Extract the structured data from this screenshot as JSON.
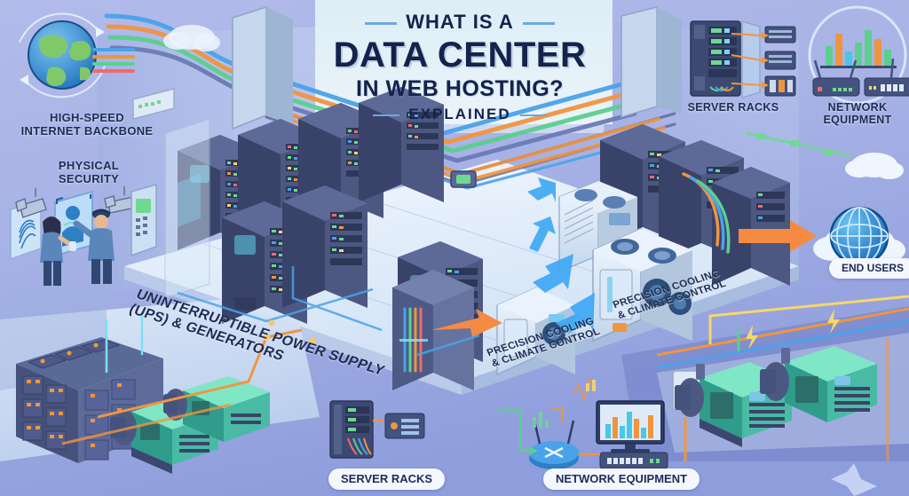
{
  "title": {
    "line1": "WHAT IS A",
    "line2": "DATA CENTER",
    "line3": "IN WEB HOSTING?",
    "line4": "EXPLAINED"
  },
  "labels": {
    "internet_backbone": "HIGH-SPEED\nINTERNET BACKBONE",
    "physical_security": "PHYSICAL\nSECURITY",
    "server_racks_top": "SERVER RACKS",
    "network_equipment_top": "NETWORK\nEQUIPMENT",
    "end_users": "END USERS",
    "ups_generators": "UNINTERRUPTIBLE POWER SUPPLY\n(UPS) & GENERATORS",
    "cooling_right": "PRECISION COOLING\n& CLIMATE CONTROL",
    "cooling_left": "PRECISION COOLING\n& CLIMATE CONTROL",
    "server_racks_bottom": "SERVER RACKS",
    "network_equipment_bottom": "NETWORK EQUIPMENT"
  },
  "icons": {
    "globe_world": "globe-world-icon",
    "cctv_camera_a": "cctv-camera-icon",
    "cctv_camera_b": "cctv-camera-icon",
    "fingerprint_scanner": "fingerprint-scanner-icon",
    "biometric_scanner": "biometric-face-scanner-icon",
    "security_guard": "security-guard-icon",
    "visitor_person": "visitor-person-icon",
    "keypad_reader": "keypad-card-reader-icon",
    "server_cabinet_open": "open-server-cabinet-icon",
    "router_wifi": "wifi-router-icon",
    "network_switch": "network-switch-icon",
    "bar_chart_monitor": "bar-chart-monitor-icon",
    "cloud": "cloud-icon",
    "globe_end_users": "globe-network-icon",
    "battery_array": "ups-battery-array-icon",
    "diesel_generator": "diesel-generator-icon",
    "crac_cooling_unit": "crac-cooling-unit-icon",
    "electrical_panel": "electrical-panel-bolt-icon",
    "airflow_arrow": "airflow-arrow-icon",
    "data_flow_arrow": "data-flow-arrow-icon"
  },
  "colors": {
    "background": "#aab4e8",
    "title_navy": "#14224c",
    "title_rule": "#6fa8dc",
    "floor_light": "#e8f1fb",
    "rack_dark": "#3a4468",
    "rack_face": "#4c5882",
    "generator_teal": "#49b9a4",
    "cooling_light": "#d9e6f5",
    "cable_orange": "#f0953f",
    "cable_blue": "#4aa3e8",
    "cable_green": "#5ccf8f",
    "arrow_blue": "#3fa9f5",
    "arrow_orange": "#f58b42",
    "pill_bg": "#f4f7fd"
  }
}
